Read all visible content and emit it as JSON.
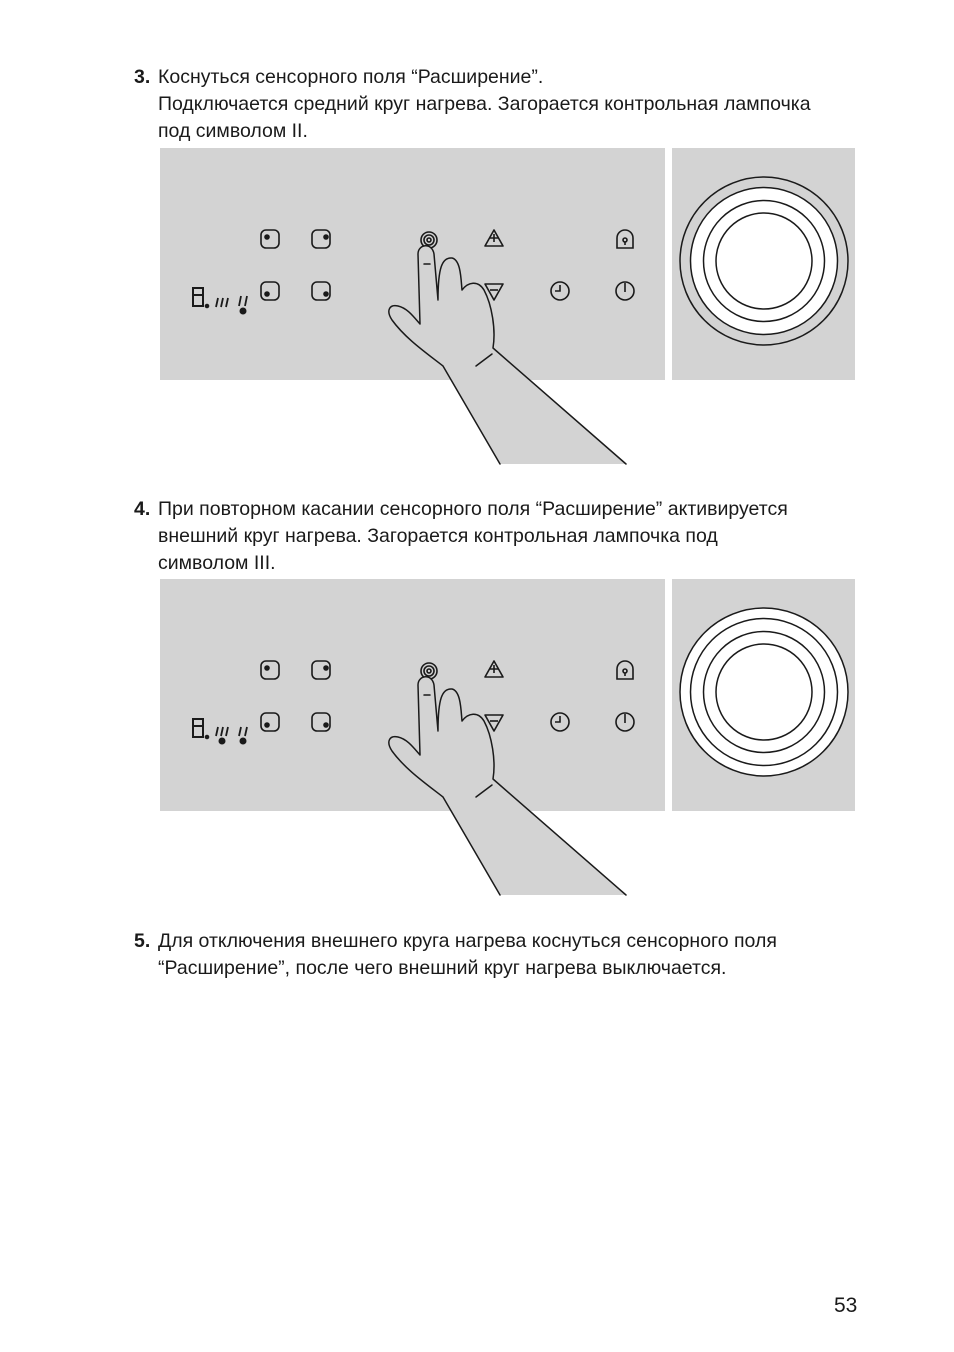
{
  "steps": [
    {
      "number": "3.",
      "lines": [
        "Коснуться сенсорного поля “Расширение”.",
        "Подключается средний круг нагрева. Загорается контрольная лампочка",
        "под символом II."
      ]
    },
    {
      "number": "4.",
      "lines": [
        "При повторном касании сенсорного поля “Расширение” активируется",
        "внешний круг нагрева. Загорается контрольная лампочка под",
        "символом III."
      ]
    },
    {
      "number": "5.",
      "lines": [
        "Для отключения внешнего круга нагрева коснуться сенсорного поля",
        "“Расширение”, после чего внешний круг нагрева выключается."
      ]
    }
  ],
  "figures": [
    {
      "display_digit": "8.",
      "lit_indicators": [
        "II"
      ],
      "active_rings": [
        "inner",
        "middle"
      ]
    },
    {
      "display_digit": "8.",
      "lit_indicators": [
        "II",
        "III"
      ],
      "active_rings": [
        "inner",
        "middle",
        "outer"
      ]
    }
  ],
  "page_number": "53",
  "colors": {
    "panel": "#d3d3d3",
    "line": "#1a1a1a",
    "ring": "#ffffff"
  }
}
